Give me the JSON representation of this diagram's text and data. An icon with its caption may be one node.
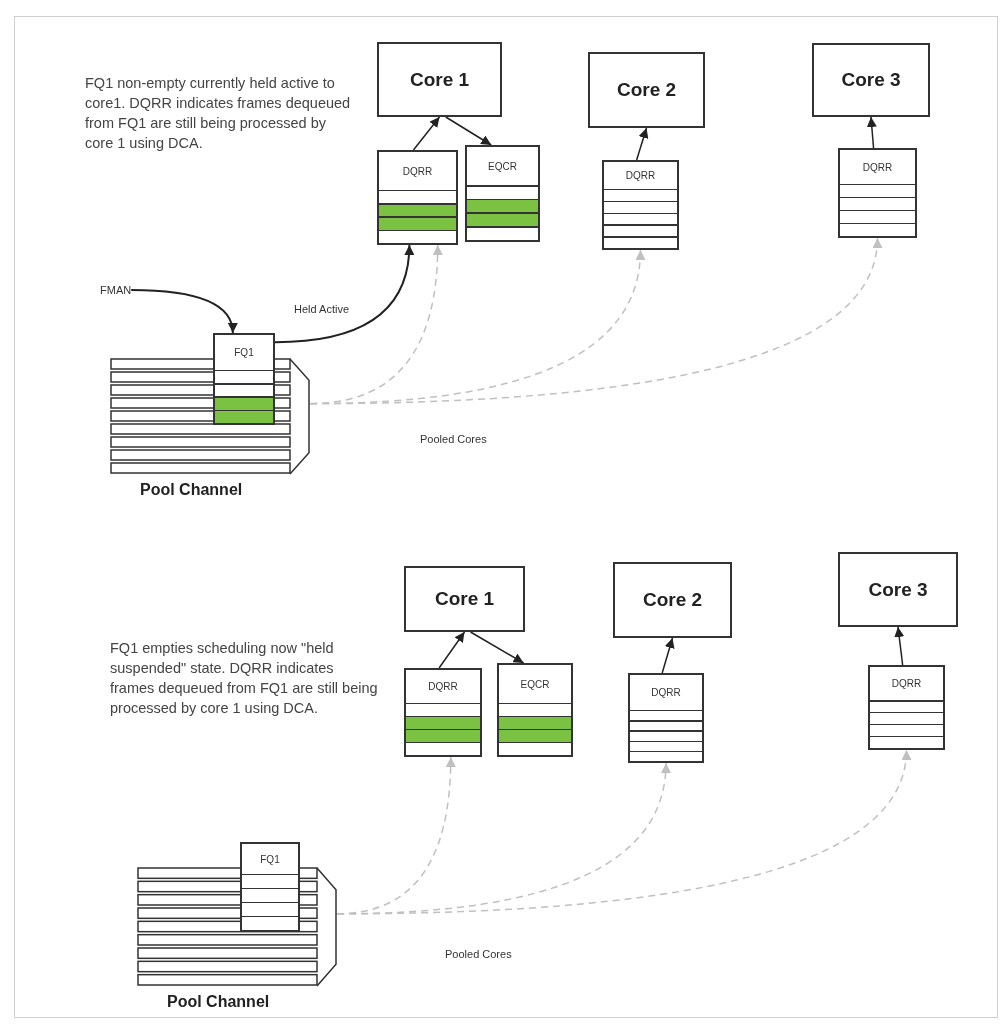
{
  "diagram": {
    "nodes": [
      {
        "text": [
          "Core 1"
        ]
      },
      {
        "text": [
          "Core 2"
        ]
      },
      {
        "text": [
          "Core 3"
        ]
      },
      {
        "text": [
          "DQRR"
        ]
      },
      {
        "text": [
          "EQCR"
        ]
      },
      {
        "text": [
          "DQRR"
        ]
      },
      {
        "text": [
          "DQRR"
        ]
      },
      {
        "text": [
          "FMAN"
        ]
      },
      {
        "text": [
          "Pool Channel"
        ]
      },
      {
        "text": [
          "FQ1"
        ]
      },
      {
        "text": [
          "Core 1"
        ]
      },
      {
        "text": [
          "Core 2"
        ]
      },
      {
        "text": [
          "Core 3"
        ]
      },
      {
        "text": [
          "DQRR"
        ]
      },
      {
        "text": [
          "EQCR"
        ]
      },
      {
        "text": [
          "DQRR"
        ]
      },
      {
        "text": [
          "DQRR"
        ]
      },
      {
        "text": [
          "Pool Channel"
        ]
      },
      {
        "text": [
          "FQ1"
        ]
      }
    ],
    "edges": [
      {
        "from": 3,
        "to": 0,
        "arrow": "to"
      },
      {
        "from": 0,
        "to": 4,
        "arrow": "to"
      },
      {
        "from": 5,
        "to": 1,
        "arrow": "to"
      },
      {
        "from": 6,
        "to": 2,
        "arrow": "to"
      },
      {
        "from": 7,
        "to": 9,
        "arrow": "to"
      },
      {
        "from": 9,
        "to": 3,
        "arrow": "to",
        "label": "Held Active"
      },
      {
        "from": 8,
        "to": 3,
        "arrow": "to",
        "style": "dashed",
        "color": "#c0c0c0"
      },
      {
        "from": 8,
        "to": 5,
        "arrow": "to",
        "style": "dashed",
        "color": "#c0c0c0"
      },
      {
        "from": 8,
        "to": 6,
        "arrow": "to",
        "style": "dashed",
        "color": "#c0c0c0"
      },
      {
        "from": 13,
        "to": 10,
        "arrow": "to"
      },
      {
        "from": 10,
        "to": 14,
        "arrow": "to"
      },
      {
        "from": 15,
        "to": 11,
        "arrow": "to"
      },
      {
        "from": 16,
        "to": 12,
        "arrow": "to"
      },
      {
        "from": 17,
        "to": 13,
        "arrow": "to",
        "style": "dashed",
        "color": "#c0c0c0"
      },
      {
        "from": 17,
        "to": 15,
        "arrow": "to",
        "style": "dashed",
        "color": "#c0c0c0"
      },
      {
        "from": 17,
        "to": 16,
        "arrow": "to",
        "style": "dashed",
        "color": "#c0c0c0"
      }
    ],
    "labels": [
      "FQ1 non-empty currently held active to core1. DQRR indicates frames dequeued from FQ1 are still being processed by core 1 using DCA.",
      "Pooled Cores",
      "FQ1 empties scheduling now \"held suspended\" state. DQRR indicates frames dequeued from FQ1 are still being processed by core 1 using DCA.",
      "Pooled Cores"
    ]
  }
}
